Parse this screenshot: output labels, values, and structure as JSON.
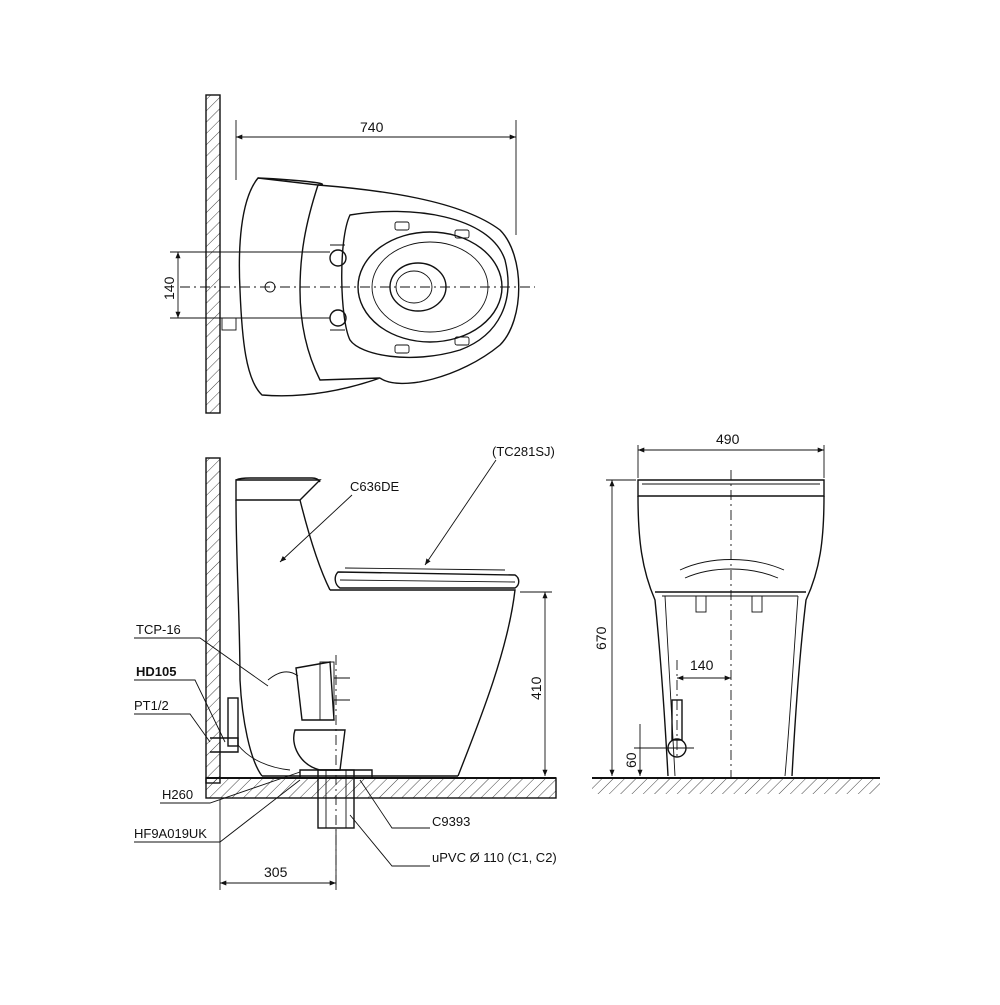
{
  "dimensions": {
    "top_length": "740",
    "top_spacing": "140",
    "side_height": "410",
    "side_offset": "305",
    "front_width": "490",
    "front_height": "670",
    "front_spacing": "140",
    "front_inlet_height": "60"
  },
  "part_labels": {
    "seat": "(TC281SJ)",
    "body": "C636DE",
    "valve": "TCP-16",
    "hose": "HD105",
    "thread": "PT1/2",
    "mount": "H260",
    "flange": "HF9A019UK",
    "ring": "C9393",
    "pipe": "uPVC Ø 110 (C1, C2)"
  }
}
